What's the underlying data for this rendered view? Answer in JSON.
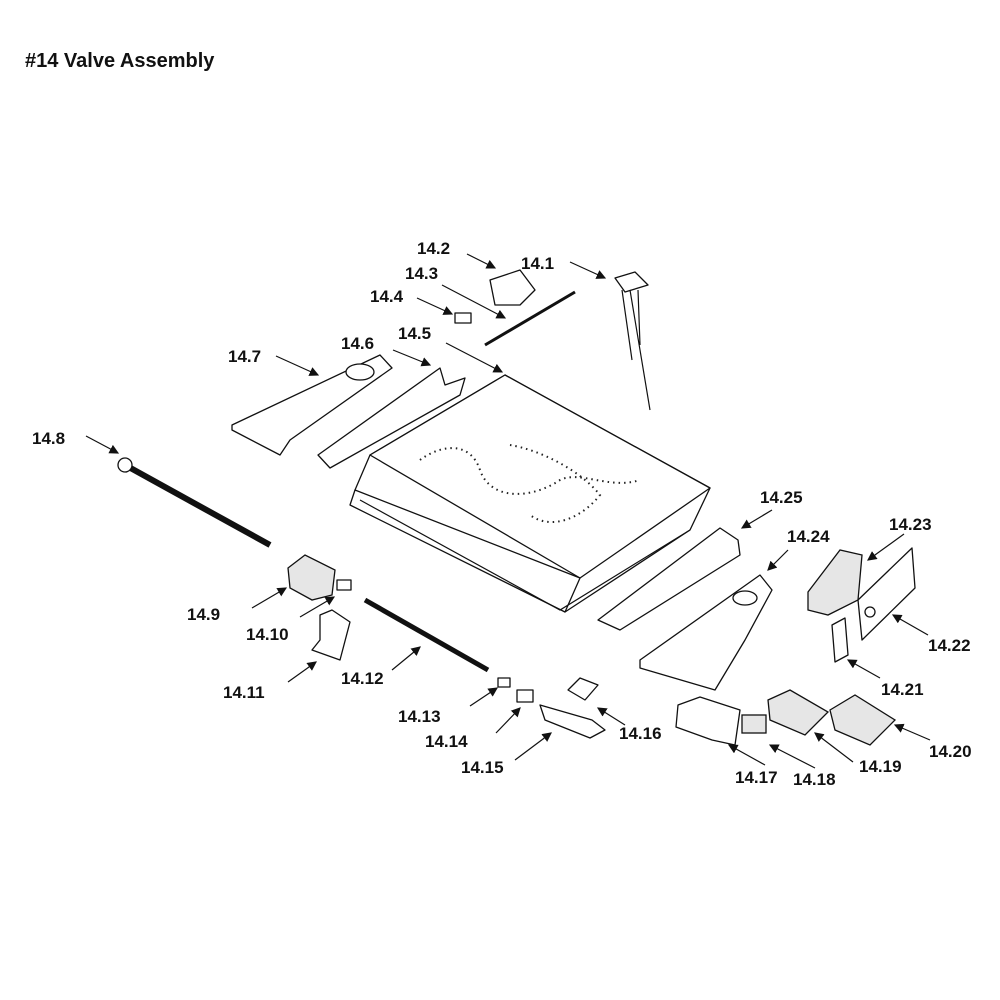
{
  "title": "#14 Valve Assembly",
  "callouts": {
    "p1": "14.1",
    "p2": "14.2",
    "p3": "14.3",
    "p4": "14.4",
    "p5": "14.5",
    "p6": "14.6",
    "p7": "14.7",
    "p8": "14.8",
    "p9": "14.9",
    "p10": "14.10",
    "p11": "14.11",
    "p12": "14.12",
    "p13": "14.13",
    "p14": "14.14",
    "p15": "14.15",
    "p16": "14.16",
    "p17": "14.17",
    "p18": "14.18",
    "p19": "14.19",
    "p20": "14.20",
    "p21": "14.21",
    "p22": "14.22",
    "p23": "14.23",
    "p24": "14.24",
    "p25": "14.25"
  }
}
